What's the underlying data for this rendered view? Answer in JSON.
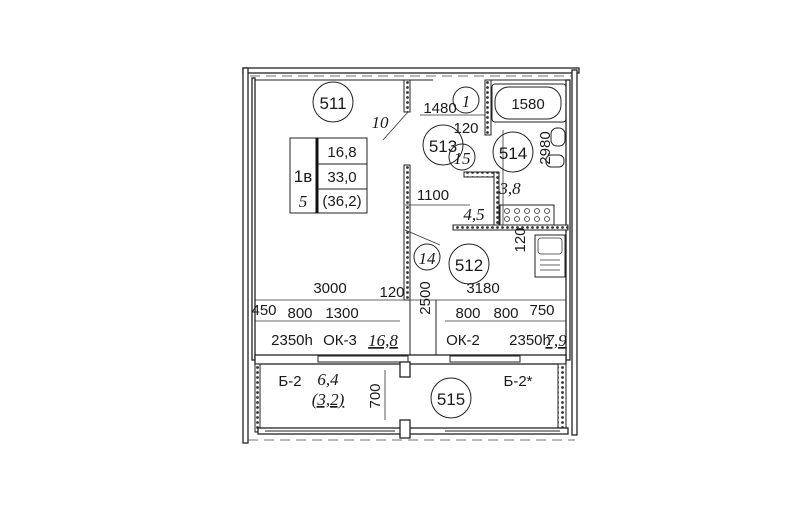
{
  "rooms": {
    "r511": "511",
    "r512": "512",
    "r513": "513",
    "r514": "514",
    "r515": "515"
  },
  "markers": {
    "m1": "1",
    "m10": "10",
    "m14": "14",
    "m15": "15"
  },
  "summary_table": {
    "rooms_type": "1в",
    "floor": "5",
    "living_area": "16,8",
    "total_area": "33,0",
    "total_with_balcony": "(36,2)"
  },
  "areas": {
    "bath": "3,8",
    "hall": "4,5",
    "living": "16,8",
    "kitchen": "7,9",
    "balcony": "6,4",
    "balcony_reduced": "(3,2)"
  },
  "dimensions": {
    "d1480": "1480",
    "d1580": "1580",
    "d120a": "120",
    "d2980": "2980",
    "d1100": "1100",
    "d120b": "120",
    "d3180": "3180",
    "d3000": "3000",
    "d120c": "120",
    "d2500": "2500",
    "d450": "450",
    "d800a": "800",
    "d1300": "1300",
    "d800b": "800",
    "d800c": "800",
    "d750": "750",
    "h1": "2350h",
    "h2": "2350h",
    "d700": "700"
  },
  "openings": {
    "window_left": "ОК-3",
    "window_right": "ОК-2",
    "balcony_left": "Б-2",
    "balcony_right": "Б-2*"
  }
}
